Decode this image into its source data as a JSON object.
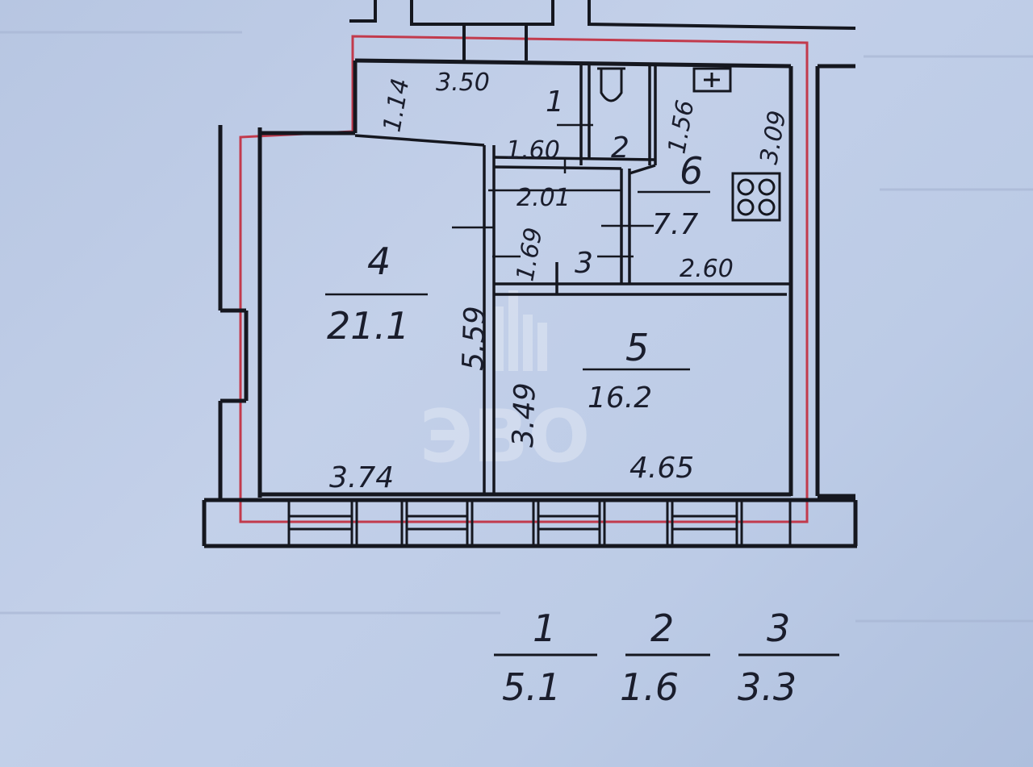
{
  "rooms": [
    {
      "number": "1",
      "area": ""
    },
    {
      "number": "2",
      "area": ""
    },
    {
      "number": "3",
      "area": ""
    },
    {
      "number": "4",
      "area": "21.1"
    },
    {
      "number": "5",
      "area": "16.2"
    },
    {
      "number": "6",
      "area": "7.7"
    }
  ],
  "dimensions": {
    "d_350": "3.50",
    "d_114": "1.14",
    "d_160": "1.60",
    "d_156": "1.56",
    "d_309": "3.09",
    "d_201": "2.01",
    "d_169": "1.69",
    "d_260": "2.60",
    "d_559": "5.59",
    "d_349": "3.49",
    "d_374": "3.74",
    "d_465": "4.65"
  },
  "summary": [
    {
      "number": "1",
      "area": "5.1"
    },
    {
      "number": "2",
      "area": "1.6"
    },
    {
      "number": "3",
      "area": "3.3"
    }
  ],
  "watermark": "ЭВО",
  "colors": {
    "line": "#15171f",
    "red": "#c23a4c",
    "paper": "#bccbe6"
  }
}
